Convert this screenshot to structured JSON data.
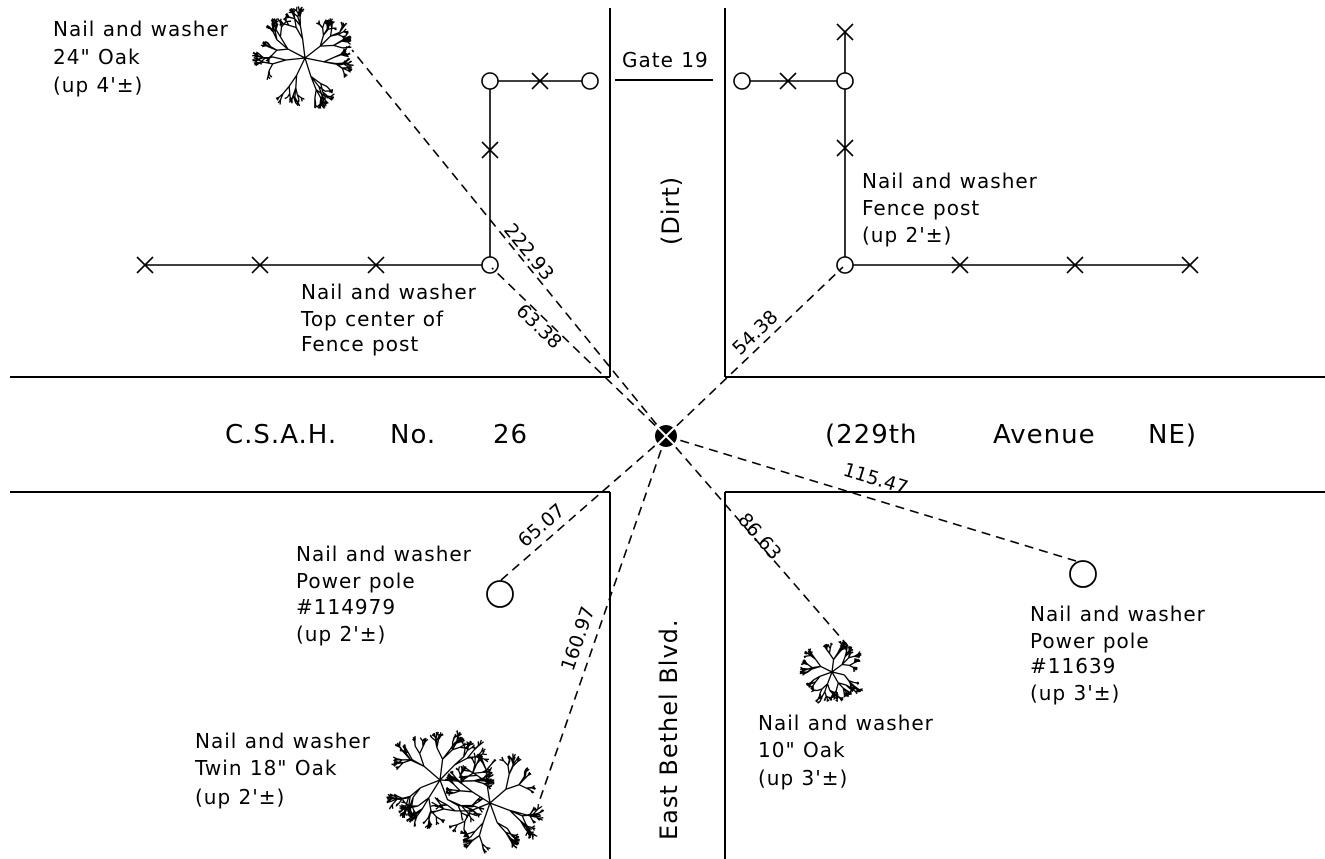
{
  "roads": {
    "east_west_name": "C.S.A.H.",
    "east_west_no": "No.",
    "east_west_number": "26",
    "east_west_alt_1": "(229th",
    "east_west_alt_2": "Avenue",
    "east_west_alt_3": "NE)",
    "north_south_name": "East Bethel Blvd.",
    "north_south_north": "(Dirt)",
    "gate": "Gate 19"
  },
  "ties": [
    {
      "id": "oak24",
      "distance": "222.93",
      "lines": [
        "Nail and washer",
        "24\" Oak",
        "(up 4'±)"
      ]
    },
    {
      "id": "fencepost-w",
      "distance": "63.38",
      "lines": [
        "Nail and washer",
        "Top center of",
        "Fence post"
      ]
    },
    {
      "id": "fencepost-e",
      "distance": "54.38",
      "lines": [
        "Nail and washer",
        "Fence post",
        "(up 2'±)"
      ]
    },
    {
      "id": "pole-114979",
      "distance": "65.07",
      "lines": [
        "Nail and washer",
        "Power pole",
        "#114979",
        "(up 2'±)"
      ]
    },
    {
      "id": "twin-oak",
      "distance": "160.97",
      "lines": [
        "Nail and washer",
        "Twin 18\" Oak",
        "(up 2'±)"
      ]
    },
    {
      "id": "oak10",
      "distance": "86.63",
      "lines": [
        "Nail and washer",
        "10\" Oak",
        "(up 3'±)"
      ]
    },
    {
      "id": "pole-11639",
      "distance": "115.47",
      "lines": [
        "Nail and washer",
        "Power pole",
        "#11639",
        "(up 3'±)"
      ]
    }
  ]
}
